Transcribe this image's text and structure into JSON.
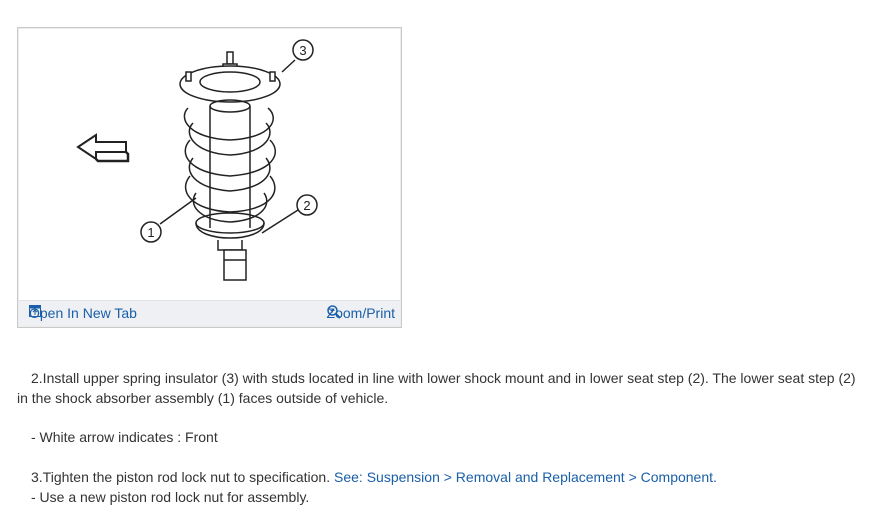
{
  "figure": {
    "callouts": [
      "1",
      "2",
      "3"
    ],
    "open_tab_label": "Open In New Tab",
    "zoom_label": "Zoom/Print",
    "open_tab_icon": "open-tab-icon",
    "zoom_icon": "magnifier-icon"
  },
  "steps": {
    "step2_text": "2.Install upper spring insulator (3) with studs located in line with lower shock mount and in lower seat step (2). The lower seat step (2)",
    "step2_text_cont": "in the shock absorber assembly (1) faces outside of vehicle.",
    "note_front": "- White arrow indicates : Front",
    "step3_text": "3.Tighten the piston rod lock nut to specification.",
    "step3_link": "See: Suspension > Removal and Replacement > Component.",
    "note_new_nut": "- Use a new piston rod lock nut for assembly."
  },
  "colors": {
    "link": "#1a5fa8",
    "text": "#333333",
    "bar": "#eef0f3"
  }
}
